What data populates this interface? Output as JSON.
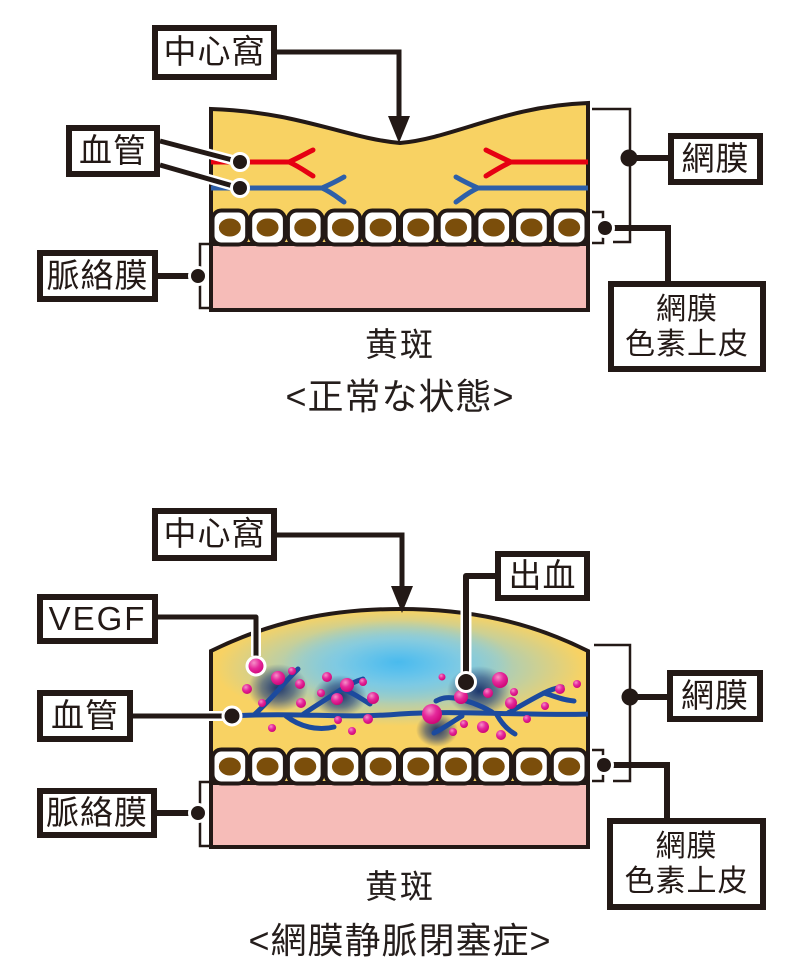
{
  "colors": {
    "ink": "#231916",
    "retina_yellow": "#F8D263",
    "choroid_pink": "#F6BCB8",
    "cell_nucleus_brown": "#7B4E0B",
    "artery_red": "#E60012",
    "vein_blue": "#2E5FA8",
    "occluded_vessel_blue": "#1C4A9E",
    "edema_blue": "#48BAEE",
    "hemorrhage_navy": "#1A3878",
    "vegf_magenta": "#E2007F"
  },
  "diagram_normal": {
    "labels": {
      "fovea": "中心窩",
      "vessel": "血管",
      "retina": "網膜",
      "rpe_line1": "網膜",
      "rpe_line2": "色素上皮",
      "choroid": "脈絡膜",
      "macula": "黄斑"
    },
    "caption": "<正常な状態>"
  },
  "diagram_rvo": {
    "labels": {
      "fovea": "中心窩",
      "hemorrhage": "出血",
      "vegf": "VEGF",
      "vessel": "血管",
      "retina": "網膜",
      "rpe_line1": "網膜",
      "rpe_line2": "色素上皮",
      "choroid": "脈絡膜",
      "macula": "黄斑"
    },
    "caption": "<網膜静脈閉塞症>"
  }
}
